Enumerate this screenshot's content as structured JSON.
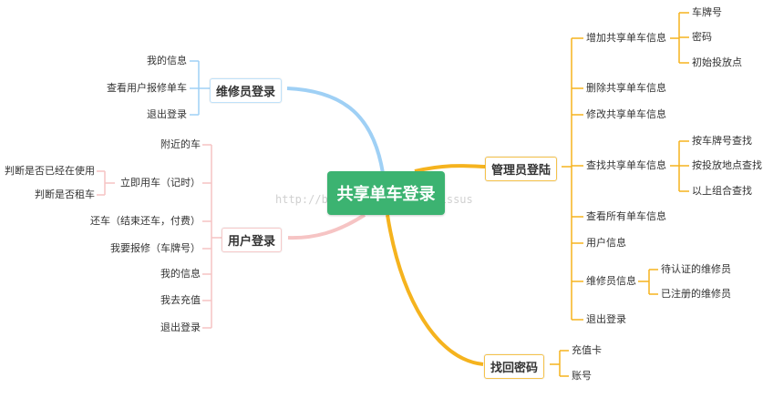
{
  "central": "共享单车登录",
  "watermark": "http://blog.csdn.net/Narcissus",
  "admin": {
    "label": "管理员登陆",
    "add": {
      "label": "增加共享单车信息",
      "items": [
        "车牌号",
        "密码",
        "初始投放点"
      ]
    },
    "delete": "删除共享单车信息",
    "modify": "修改共享单车信息",
    "search": {
      "label": "查找共享单车信息",
      "items": [
        "按车牌号查找",
        "按投放地点查找",
        "以上组合查找"
      ]
    },
    "view_all": "查看所有单车信息",
    "user_info": "用户信息",
    "repair_info": {
      "label": "维修员信息",
      "items": [
        "待认证的维修员",
        "已注册的维修员"
      ]
    },
    "logout": "退出登录"
  },
  "recover": {
    "label": "找回密码",
    "items": [
      "充值卡",
      "账号"
    ]
  },
  "repairman": {
    "label": "维修员登录",
    "items": [
      "我的信息",
      "查看用户报修单车",
      "退出登录"
    ]
  },
  "user": {
    "label": "用户登录",
    "nearby": "附近的车",
    "rent": {
      "label": "立即用车（记时）",
      "items": [
        "判断是否已经在使用",
        "判断是否租车"
      ]
    },
    "return": "还车（结束还车，付费）",
    "report": "我要报修（车牌号）",
    "my_info": "我的信息",
    "recharge": "我去充值",
    "logout": "退出登录"
  }
}
